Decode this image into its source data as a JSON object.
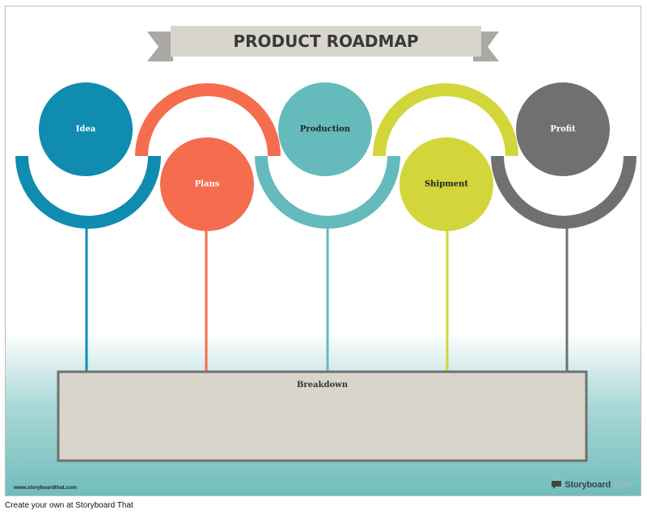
{
  "title": "PRODUCT ROADMAP",
  "stages": [
    {
      "label": "Idea",
      "color": "#0F8CB0"
    },
    {
      "label": "Plans",
      "color": "#F56D4E"
    },
    {
      "label": "Production",
      "color": "#65BBBB"
    },
    {
      "label": "Shipment",
      "color": "#D2D63A"
    },
    {
      "label": "Profit",
      "color": "#707070"
    }
  ],
  "breakdown": {
    "label": "Breakdown"
  },
  "footer": {
    "url": "www.storyboardthat.com",
    "brand": "Storyboard",
    "brand_suffix": "That",
    "caption": "Create your own at Storyboard That"
  },
  "colors": {
    "banner": "#D8D6CC",
    "banner_tail": "#A9A8A2",
    "box_fill": "#D8D6CB",
    "box_border": "#707070",
    "teal_band": "#6FBDBB"
  }
}
